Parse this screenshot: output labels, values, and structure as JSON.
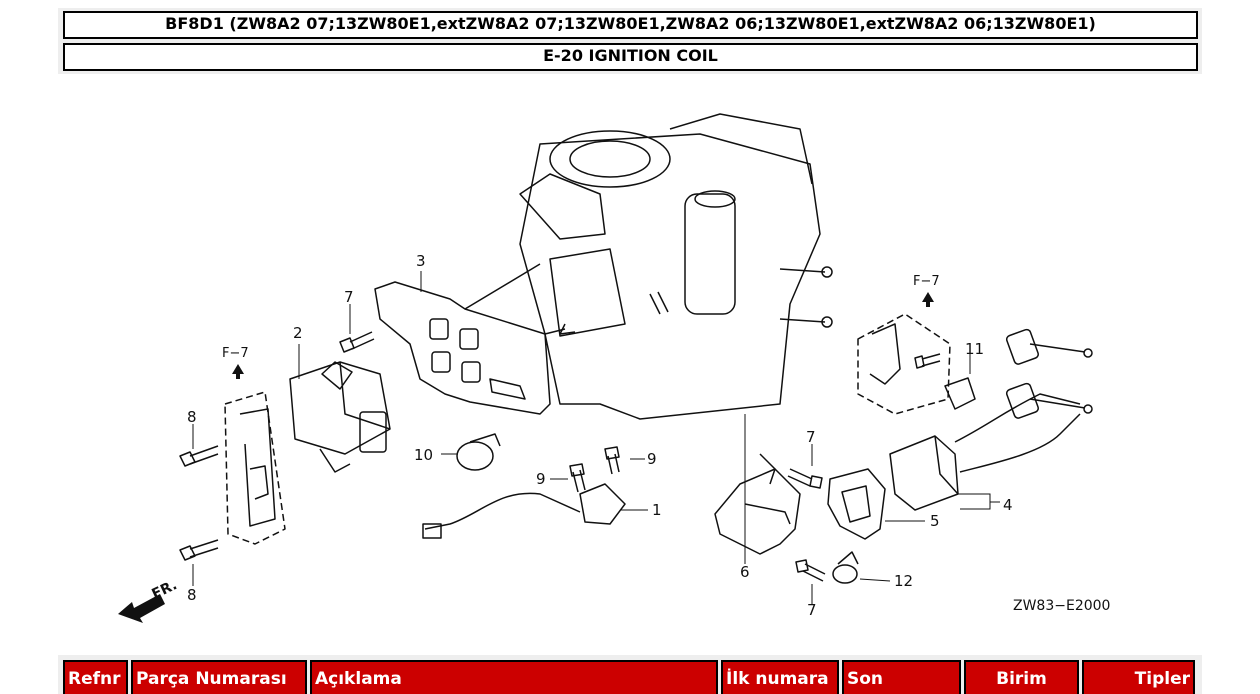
{
  "header": {
    "title": "BF8D1 (ZW8A2 07;13ZW80E1,extZW8A2 07;13ZW80E1,ZW8A2 06;13ZW80E1,extZW8A2 06;13ZW80E1)",
    "subtitle": "E-20 IGNITION COIL"
  },
  "diagram": {
    "code": "ZW83−E2000",
    "direction_label": "FR.",
    "frame_refs": [
      "F−7",
      "F−7"
    ],
    "callouts": [
      "1",
      "2",
      "3",
      "4",
      "5",
      "6",
      "7",
      "7",
      "7",
      "7",
      "8",
      "8",
      "9",
      "9",
      "10",
      "11",
      "12"
    ]
  },
  "table": {
    "columns": [
      "Refnr",
      "Parça Numarası",
      "Açıklama",
      "İlk numara",
      "Son",
      "Birim",
      "Tipler"
    ]
  },
  "colors": {
    "header_bg": "#cc0000",
    "header_text": "#ffffff",
    "line": "#111111"
  }
}
